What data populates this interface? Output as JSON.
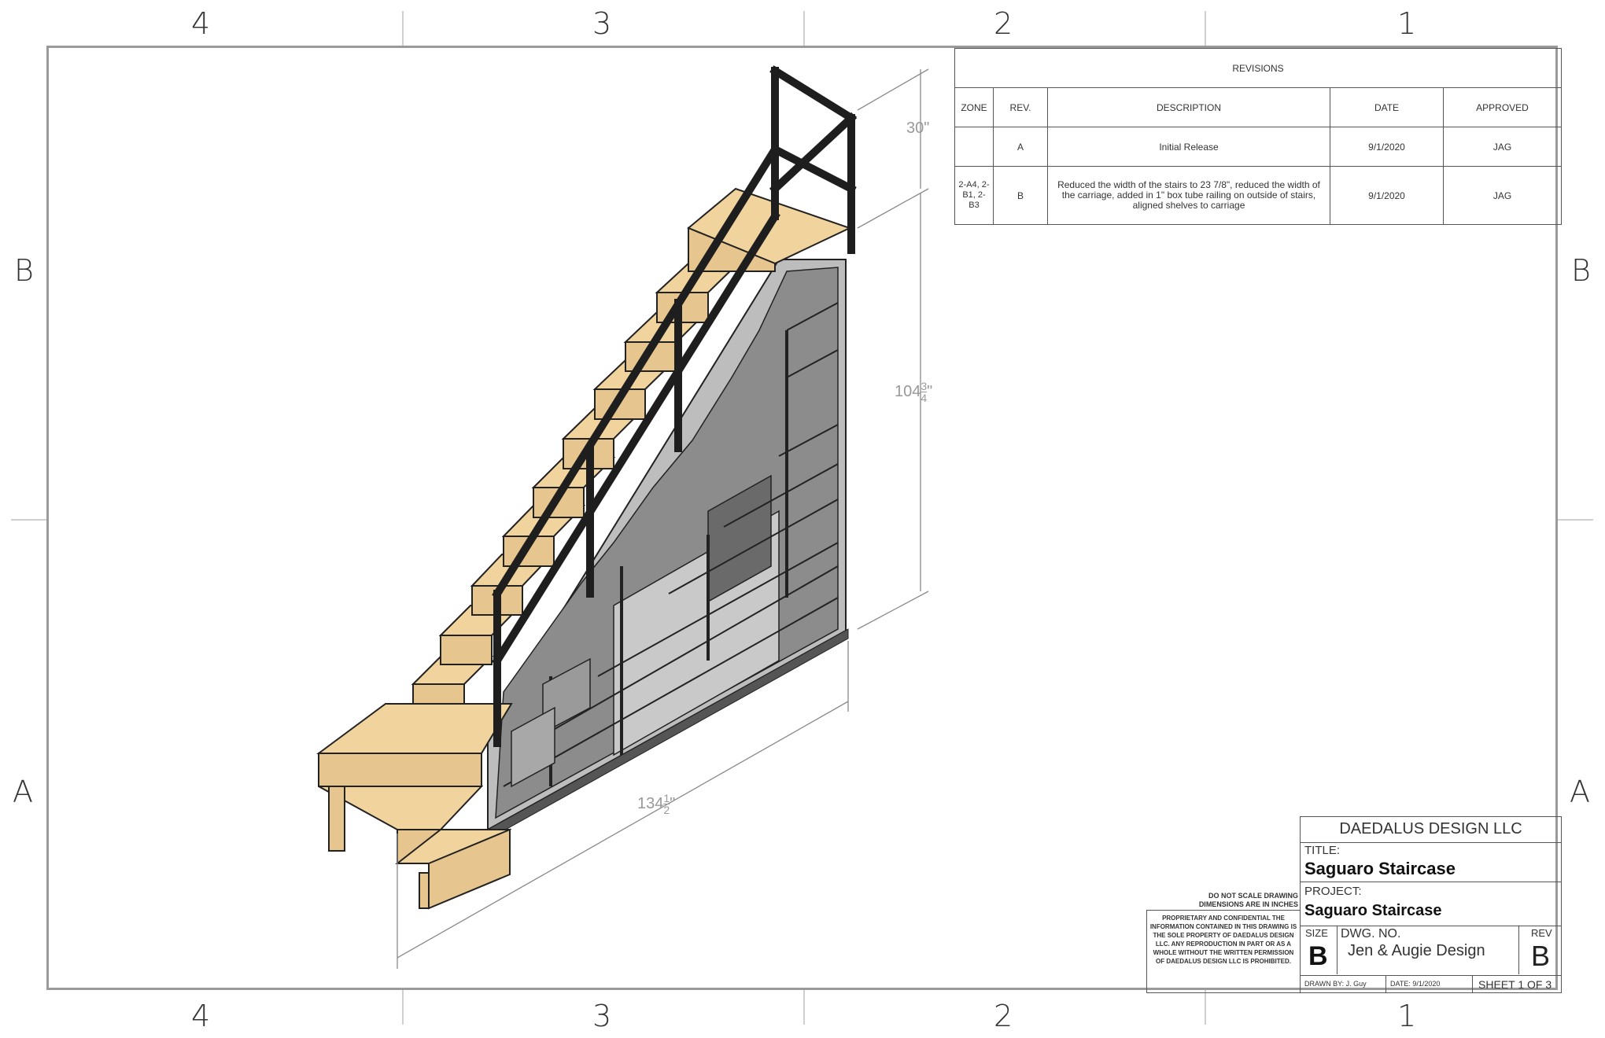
{
  "zones": {
    "top": [
      "4",
      "3",
      "2",
      "1"
    ],
    "side": [
      "B",
      "A"
    ]
  },
  "revisions": {
    "title": "REVISIONS",
    "headers": [
      "ZONE",
      "REV.",
      "DESCRIPTION",
      "DATE",
      "APPROVED"
    ],
    "rows": [
      {
        "zone": "",
        "rev": "A",
        "description": "Initial Release",
        "date": "9/1/2020",
        "approved": "JAG"
      },
      {
        "zone": "2-A4, 2-B1, 2-B3",
        "rev": "B",
        "description": "Reduced the width of the stairs to 23 7/8\", reduced the width of the carriage, added in 1\" box tube railing on outside of stairs, aligned shelves to carriage",
        "date": "9/1/2020",
        "approved": "JAG"
      }
    ]
  },
  "dimensions": {
    "rail": "30\"",
    "height_whole": "104",
    "height_num": "3",
    "height_den": "4",
    "length_whole": "134",
    "length_num": "1",
    "length_den": "2",
    "inch": "\""
  },
  "notes": {
    "do_not_scale": "DO NOT SCALE DRAWING DIMENSIONS ARE IN INCHES",
    "proprietary": "PROPRIETARY AND CONFIDENTIAL THE INFORMATION CONTAINED IN THIS DRAWING IS THE SOLE PROPERTY OF DAEDALUS DESIGN LLC. ANY REPRODUCTION IN PART OR AS A WHOLE WITHOUT THE WRITTEN PERMISSION OF DAEDALUS DESIGN LLC IS PROHIBITED."
  },
  "title_block": {
    "company": "DAEDALUS DESIGN LLC",
    "title_label": "TITLE:",
    "title": "Saguaro Staircase",
    "project_label": "PROJECT:",
    "project": "Saguaro Staircase",
    "size_label": "SIZE",
    "size": "B",
    "dwg_label": "DWG.  NO.",
    "dwg_no": "Jen & Augie Design",
    "rev_label": "REV",
    "rev": "B",
    "drawn_by": "DRAWN BY: J. Guy",
    "date": "DATE: 9/1/2020",
    "sheet": "SHEET 1 OF 3"
  },
  "colors": {
    "wood": "#f1d39e",
    "wood_edge": "#e2b87a",
    "steel": "#1e1e1e",
    "carriage": "#bdbdbd",
    "shadow": "#6a6a6a"
  }
}
